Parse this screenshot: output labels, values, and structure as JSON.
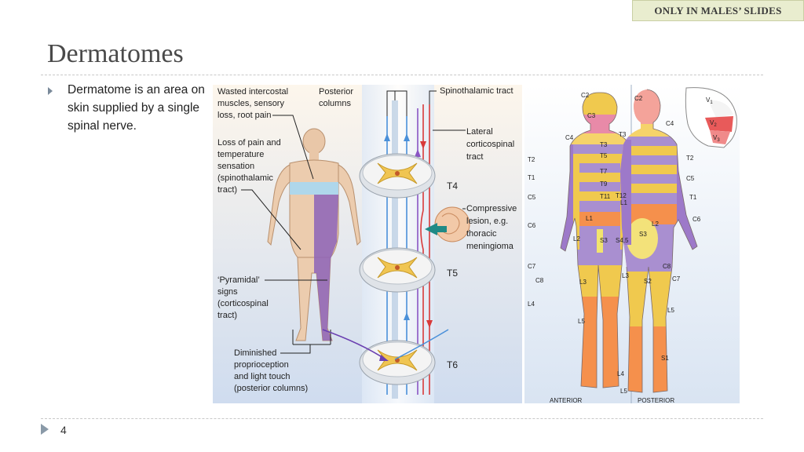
{
  "header": {
    "badge": "ONLY IN MALES’ SLIDES"
  },
  "slide": {
    "title": "Dermatomes",
    "bullet": "Dermatome is an area on skin supplied by a single spinal nerve.",
    "page_number": "4"
  },
  "left_figure": {
    "labels": {
      "wasted_1": "Wasted intercostal",
      "wasted_2": "muscles, sensory",
      "wasted_3": "loss, root pain",
      "pain_1": "Loss of pain and",
      "pain_2": "temperature",
      "pain_3": "sensation",
      "pain_4": "(spinothalamic",
      "pain_5": "tract)",
      "pyr_1": "‘Pyramidal’",
      "pyr_2": "signs",
      "pyr_3": "(corticospinal",
      "pyr_4": "tract)",
      "dim_1": "Diminished",
      "dim_2": "proprioception",
      "dim_3": "and light touch",
      "dim_4": "(posterior columns)",
      "post_1": "Posterior",
      "post_2": "columns",
      "spino": "Spinothalamic tract",
      "lat_1": "Lateral",
      "lat_2": "corticospinal",
      "lat_3": "tract",
      "comp_1": "Compressive",
      "comp_2": "lesion, e.g.",
      "comp_3": "thoracic",
      "comp_4": "meningioma",
      "t4": "T4",
      "t5": "T5",
      "t6": "T6"
    }
  },
  "right_figure": {
    "labels": {
      "c2a": "C2",
      "c3": "C3",
      "c2p": "C2",
      "c4a": "C4",
      "c4p": "C4",
      "t3a": "T3",
      "t5a": "T5",
      "t7a": "T7",
      "t9a": "T9",
      "t11a": "T11",
      "t12a": "T12",
      "l1a": "L1",
      "l1b": "L1",
      "l2a": "L2",
      "s3a": "S3",
      "s45": "S4,5",
      "t3p": "T3",
      "t2a": "T2",
      "t1a": "T1",
      "c5a": "C5",
      "c6a": "C6",
      "c7a": "C7",
      "c8a": "C8",
      "l3a": "L3",
      "l4a": "L4",
      "l5a": "L5",
      "t2p": "T2",
      "c5p": "C5",
      "t1p": "T1",
      "c6p": "C6",
      "l2p": "L2",
      "s3p": "S3",
      "c8p": "C8",
      "c7p": "C7",
      "l3p": "L3",
      "s2p": "S2",
      "l5p": "L5",
      "s1p": "S1",
      "l4p": "L4",
      "l5b": "L5",
      "v1": "V",
      "v1s": "1",
      "v2": "V",
      "v2s": "2",
      "v3": "V",
      "v3s": "3",
      "anterior": "ANTERIOR",
      "posterior": "POSTERIOR"
    }
  }
}
